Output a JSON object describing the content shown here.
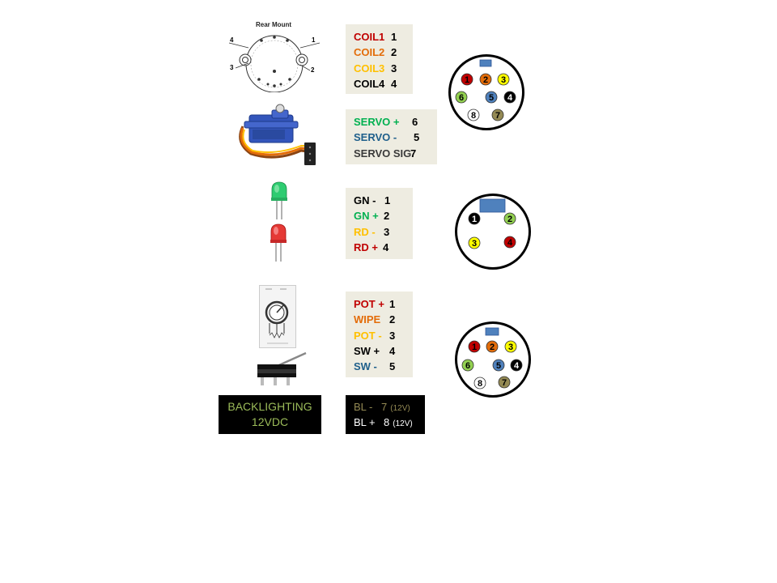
{
  "motor": {
    "title": "Rear Mount",
    "labels": [
      "4",
      "1",
      "3",
      "2"
    ]
  },
  "coil_legend": {
    "rows": [
      {
        "label": "COIL1",
        "num": "1",
        "color": "#c00000"
      },
      {
        "label": "COIL2",
        "num": "2",
        "color": "#e36c09"
      },
      {
        "label": "COIL3",
        "num": "3",
        "color": "#ffc000"
      },
      {
        "label": "COIL4",
        "num": "4",
        "color": "#000000"
      }
    ]
  },
  "servo_legend": {
    "rows": [
      {
        "label": "SERVO +",
        "num": "6",
        "color": "#00b050"
      },
      {
        "label": "SERVO -",
        "num": "5",
        "color": "#1f5f8b"
      },
      {
        "label": "SERVO SIG",
        "num": "7",
        "color": "#3a3a3a"
      }
    ]
  },
  "led_legend": {
    "rows": [
      {
        "label": "GN -",
        "num": "1",
        "color": "#000000"
      },
      {
        "label": "GN +",
        "num": "2",
        "color": "#00b050"
      },
      {
        "label": "RD -",
        "num": "3",
        "color": "#ffc000"
      },
      {
        "label": "RD +",
        "num": "4",
        "color": "#c00000"
      }
    ]
  },
  "pot_legend": {
    "rows": [
      {
        "label": "POT +",
        "num": "1",
        "color": "#c00000"
      },
      {
        "label": "WIPE",
        "num": "2",
        "color": "#e36c09"
      },
      {
        "label": "POT -",
        "num": "3",
        "color": "#ffc000"
      },
      {
        "label": "SW +",
        "num": "4",
        "color": "#000000"
      },
      {
        "label": "SW -",
        "num": "5",
        "color": "#1f5f8b"
      }
    ]
  },
  "backlight": {
    "caption_line1": "BACKLIGHTING",
    "caption_line2": "12VDC",
    "rows": [
      {
        "label": "BL -",
        "num": "7",
        "suffix": "(12V)",
        "color": "#948a54"
      },
      {
        "label": "BL +",
        "num": "8",
        "suffix": "(12V)",
        "color": "#ffffff"
      }
    ]
  },
  "connector_8pin_a": {
    "pins": [
      {
        "n": "1",
        "fill": "#c00000",
        "text": "#000000"
      },
      {
        "n": "2",
        "fill": "#e36c09",
        "text": "#000000"
      },
      {
        "n": "3",
        "fill": "#ffff00",
        "text": "#000000"
      },
      {
        "n": "6",
        "fill": "#92d050",
        "text": "#000000"
      },
      {
        "n": "5",
        "fill": "#4f81bd",
        "text": "#000000"
      },
      {
        "n": "4",
        "fill": "#000000",
        "text": "#ffffff"
      },
      {
        "n": "8",
        "fill": "#ffffff",
        "text": "#000000"
      },
      {
        "n": "7",
        "fill": "#948a54",
        "text": "#000000"
      }
    ]
  },
  "connector_4pin": {
    "pins": [
      {
        "n": "1",
        "fill": "#000000",
        "text": "#ffffff"
      },
      {
        "n": "2",
        "fill": "#92d050",
        "text": "#000000"
      },
      {
        "n": "3",
        "fill": "#ffff00",
        "text": "#000000"
      },
      {
        "n": "4",
        "fill": "#c00000",
        "text": "#000000"
      }
    ]
  },
  "connector_8pin_b": {
    "pins": [
      {
        "n": "1",
        "fill": "#c00000",
        "text": "#000000"
      },
      {
        "n": "2",
        "fill": "#e36c09",
        "text": "#000000"
      },
      {
        "n": "3",
        "fill": "#ffff00",
        "text": "#000000"
      },
      {
        "n": "6",
        "fill": "#92d050",
        "text": "#000000"
      },
      {
        "n": "5",
        "fill": "#4f81bd",
        "text": "#000000"
      },
      {
        "n": "4",
        "fill": "#000000",
        "text": "#ffffff"
      },
      {
        "n": "8",
        "fill": "#ffffff",
        "text": "#000000"
      },
      {
        "n": "7",
        "fill": "#948a54",
        "text": "#000000"
      }
    ]
  },
  "colors": {
    "key_blue": "#4f81bd",
    "legend_bg": "#eeece1"
  }
}
